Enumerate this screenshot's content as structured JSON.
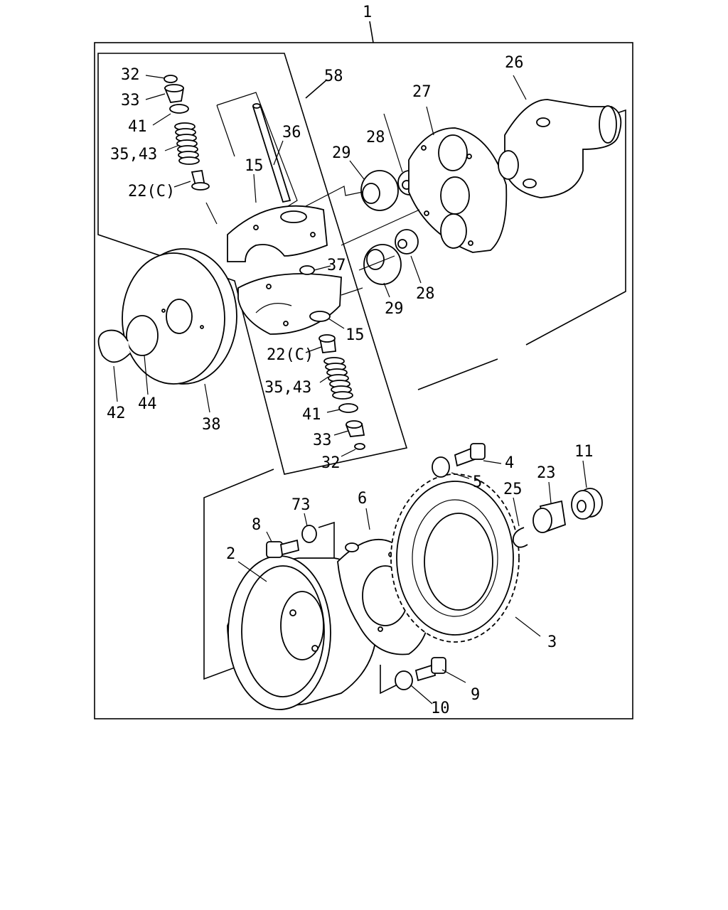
{
  "labels": {
    "l1": "1",
    "l2": "2",
    "l3": "3",
    "l4": "4",
    "l5": "5",
    "l6": "6",
    "l8": "8",
    "l9": "9",
    "l10": "10",
    "l11": "11",
    "l15a": "15",
    "l15b": "15",
    "l22a": "22(C)",
    "l22b": "22(C)",
    "l23": "23",
    "l25": "25",
    "l26": "26",
    "l27": "27",
    "l28a": "28",
    "l28b": "28",
    "l29a": "29",
    "l29b": "29",
    "l32a": "32",
    "l32b": "32",
    "l33a": "33",
    "l33b": "33",
    "l35a": "35,43",
    "l35b": "35,43",
    "l36": "36",
    "l37": "37",
    "l38": "38",
    "l41a": "41",
    "l41b": "41",
    "l42": "42",
    "l44": "44",
    "l58": "58",
    "l73": "73"
  }
}
